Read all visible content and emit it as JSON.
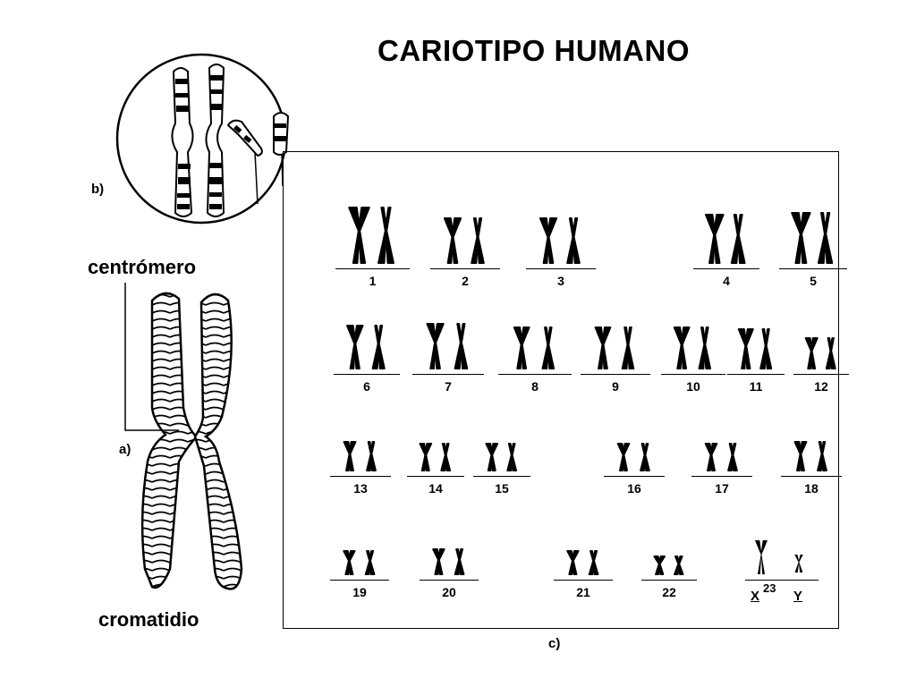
{
  "title": "CARIOTIPO HUMANO",
  "labels": {
    "b": "b)",
    "a": "a)",
    "c": "c)",
    "centromero": "centrómero",
    "cromatidio": "cromatidio"
  },
  "karyotype": {
    "pairs": [
      {
        "label": "1"
      },
      {
        "label": "2"
      },
      {
        "label": "3"
      },
      {
        "label": "4"
      },
      {
        "label": "5"
      },
      {
        "label": "6"
      },
      {
        "label": "7"
      },
      {
        "label": "8"
      },
      {
        "label": "9"
      },
      {
        "label": "10"
      },
      {
        "label": "11"
      },
      {
        "label": "12"
      },
      {
        "label": "13"
      },
      {
        "label": "14"
      },
      {
        "label": "15"
      },
      {
        "label": "16"
      },
      {
        "label": "17"
      },
      {
        "label": "18"
      },
      {
        "label": "19"
      },
      {
        "label": "20"
      },
      {
        "label": "21"
      },
      {
        "label": "22"
      }
    ],
    "sex": {
      "number": "23",
      "x": "X",
      "y": "Y"
    }
  },
  "colors": {
    "ink": "#000000",
    "background": "#ffffff"
  }
}
